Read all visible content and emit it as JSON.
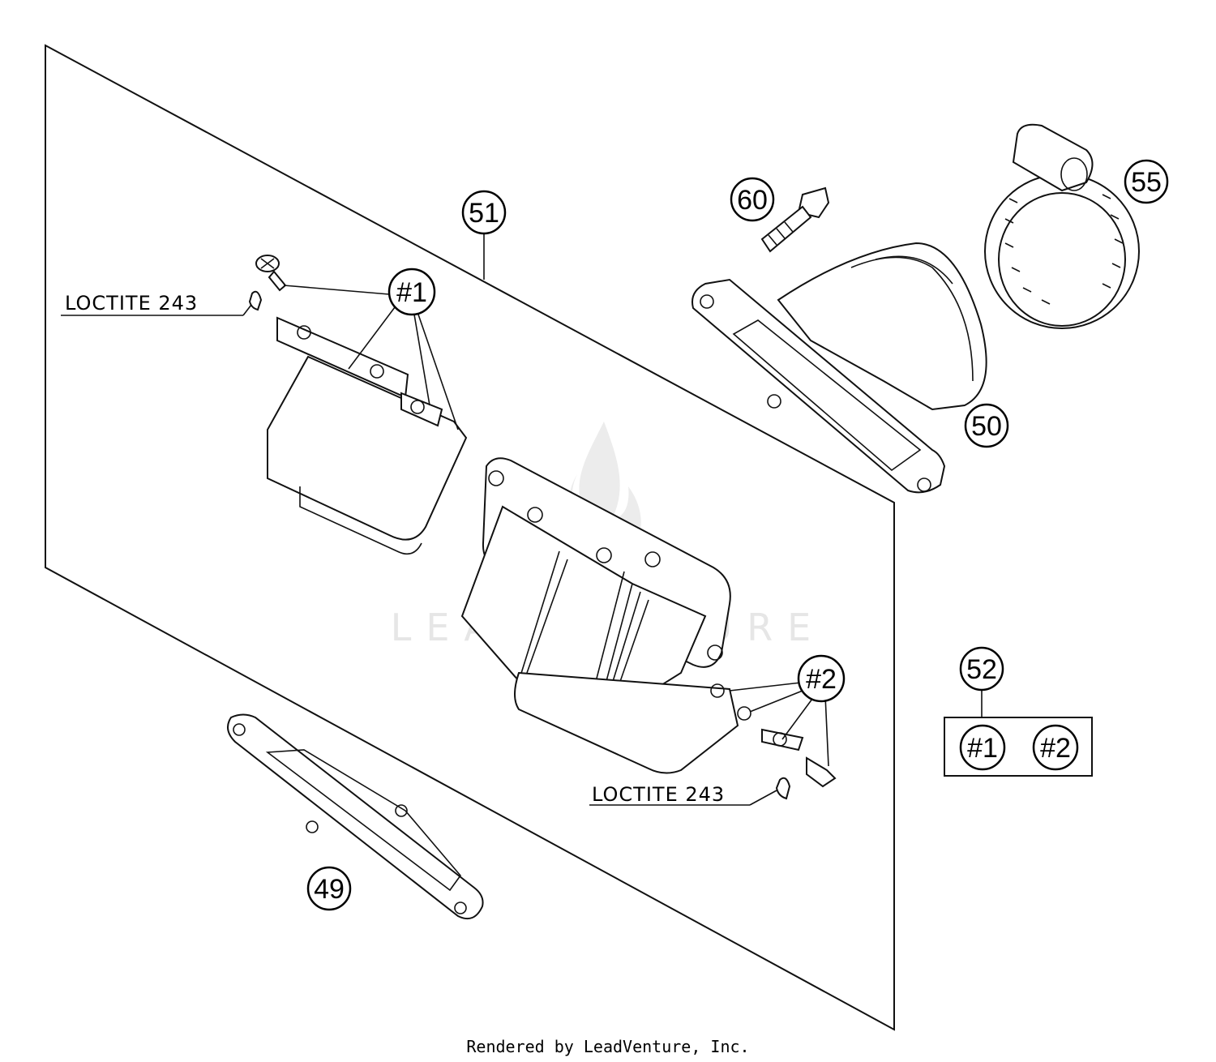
{
  "callouts": {
    "p51": "51",
    "p60": "60",
    "p55": "55",
    "p50": "50",
    "p52": "52",
    "p49": "49",
    "ref1_top": "#1",
    "ref2_right": "#2",
    "kit_ref1": "#1",
    "kit_ref2": "#2"
  },
  "notes": {
    "loctite_top": "LOCTITE 243",
    "loctite_bottom": "LOCTITE 243"
  },
  "watermark": "LEADVENTURE",
  "footer": "Rendered by LeadVenture, Inc."
}
